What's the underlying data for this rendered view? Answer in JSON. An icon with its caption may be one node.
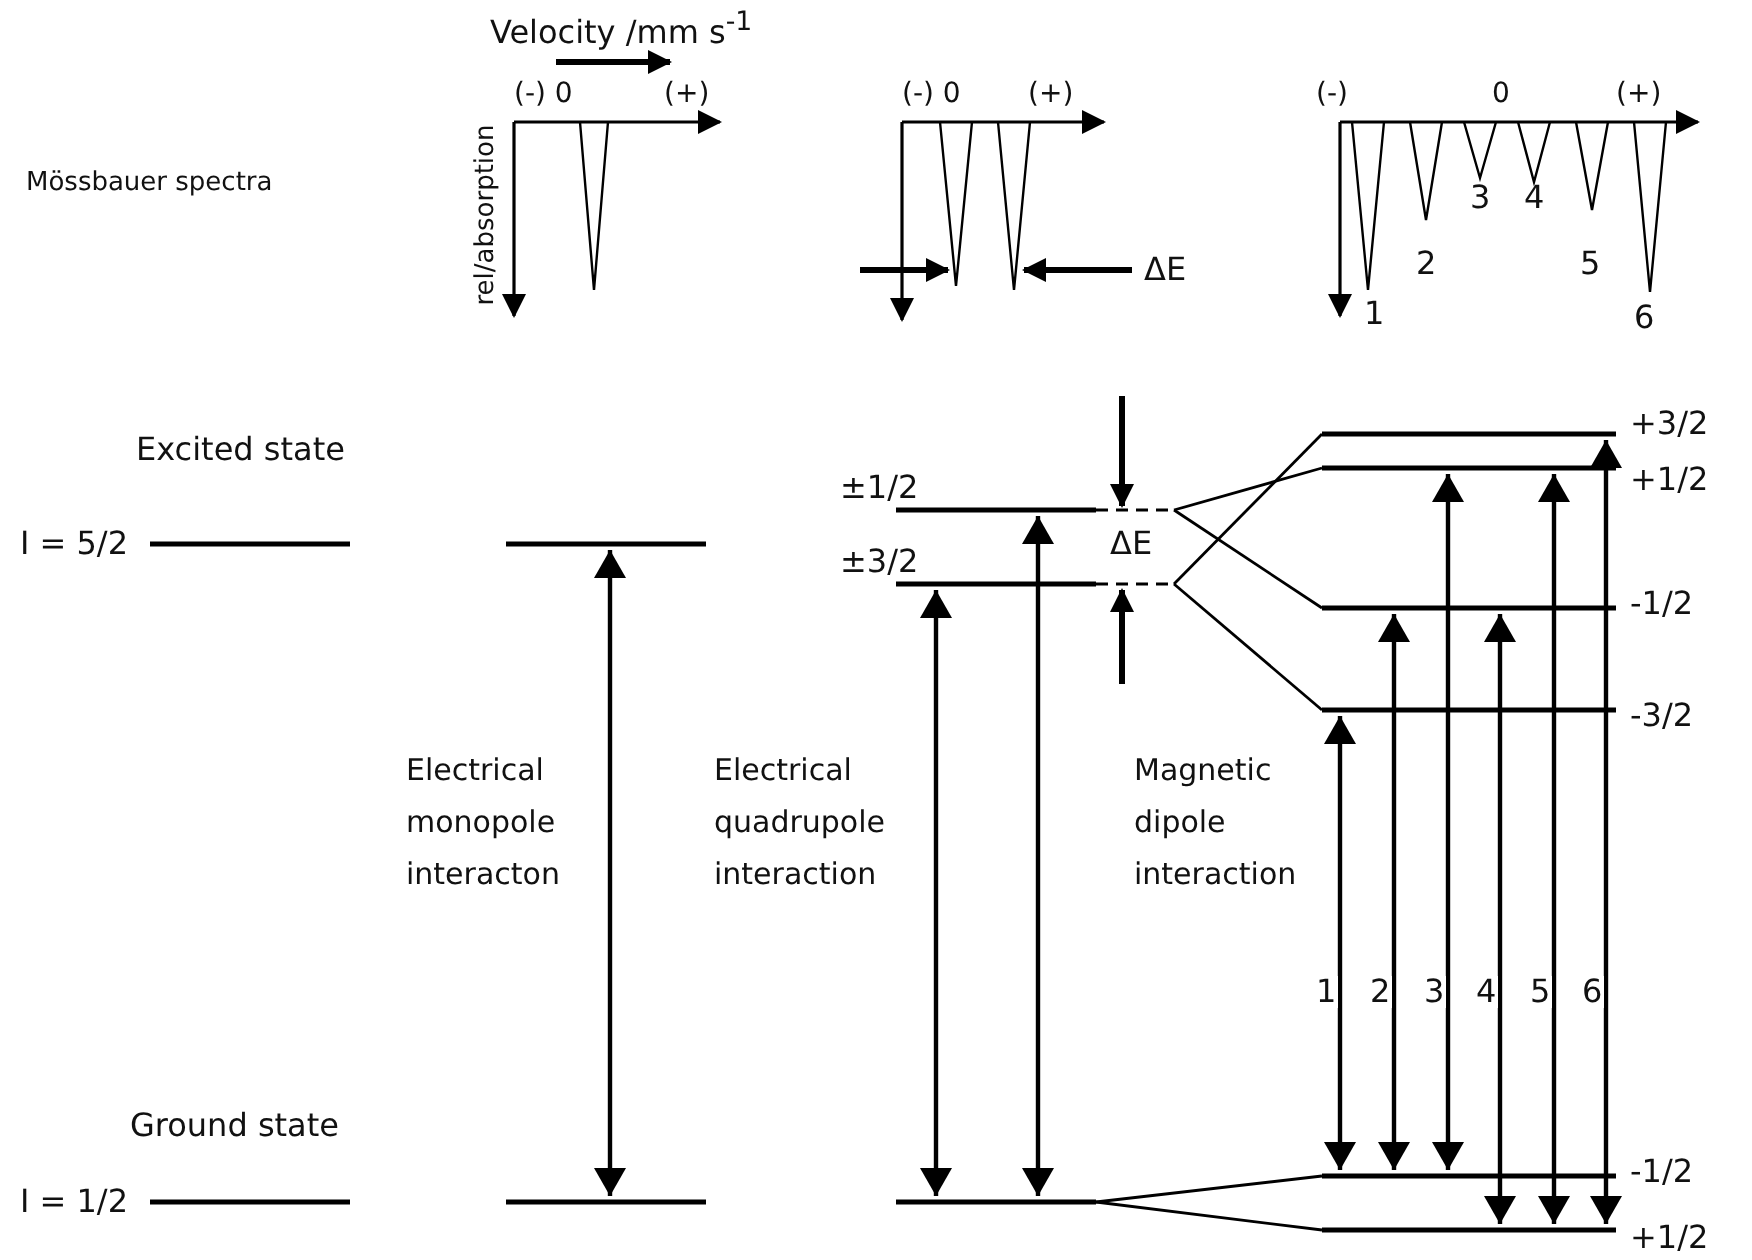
{
  "diagram": {
    "nodes": [
      {
        "text": [],
        "shape": "bar",
        "beside": [
          "I = 5/2"
        ]
      },
      {
        "text": [],
        "shape": "bar"
      },
      {
        "text": [],
        "shape": "bar",
        "beside": [
          "I = 1/2"
        ]
      },
      {
        "text": [],
        "shape": "bar"
      },
      {
        "text": [],
        "shape": "bar",
        "beside": [
          "±1/2"
        ]
      },
      {
        "text": [],
        "shape": "bar",
        "beside": [
          "±3/2"
        ]
      },
      {
        "text": [],
        "shape": "bar"
      },
      {
        "text": [],
        "shape": "bar",
        "beside": [
          "+3/2"
        ]
      },
      {
        "text": [],
        "shape": "bar",
        "beside": [
          "+1/2"
        ]
      },
      {
        "text": [],
        "shape": "bar",
        "beside": [
          "-1/2"
        ]
      },
      {
        "text": [],
        "shape": "bar",
        "beside": [
          "-3/2"
        ]
      },
      {
        "text": [],
        "shape": "bar",
        "beside": [
          "-1/2"
        ]
      },
      {
        "text": [],
        "shape": "bar",
        "beside": [
          "+1/2"
        ]
      }
    ],
    "edges": [
      {
        "from": 1,
        "to": 3,
        "arrow": "both"
      },
      {
        "from": 5,
        "to": 6,
        "arrow": "both"
      },
      {
        "from": 4,
        "to": 6,
        "arrow": "both"
      },
      {
        "from": 4,
        "to": 8,
        "arrow": "none"
      },
      {
        "from": 4,
        "to": 9,
        "arrow": "none"
      },
      {
        "from": 5,
        "to": 7,
        "arrow": "none"
      },
      {
        "from": 5,
        "to": 10,
        "arrow": "none"
      },
      {
        "from": 6,
        "to": 11,
        "arrow": "none"
      },
      {
        "from": 6,
        "to": 12,
        "arrow": "none"
      },
      {
        "from": 10,
        "to": 11,
        "arrow": "both",
        "label": "1"
      },
      {
        "from": 9,
        "to": 11,
        "arrow": "both",
        "label": "2"
      },
      {
        "from": 8,
        "to": 11,
        "arrow": "both",
        "label": "3"
      },
      {
        "from": 9,
        "to": 12,
        "arrow": "both",
        "label": "4"
      },
      {
        "from": 8,
        "to": 12,
        "arrow": "both",
        "label": "5"
      },
      {
        "from": 7,
        "to": 12,
        "arrow": "both",
        "label": "6"
      }
    ],
    "labels": [
      "Mössbauer spectra",
      "Velocity /mm s$^{-1}$",
      "(-) 0",
      "(+)",
      "rel/absorption",
      "(-) 0",
      "(+)",
      "ΔE",
      "(-)",
      "0",
      "(+)",
      "3",
      "4",
      "2",
      "5",
      "1",
      "6",
      "Excited state",
      "ΔE",
      "Ground state",
      "Electrical monopole interacton",
      "Electrical quadrupole interaction",
      "Magnetic dipole interaction"
    ]
  }
}
